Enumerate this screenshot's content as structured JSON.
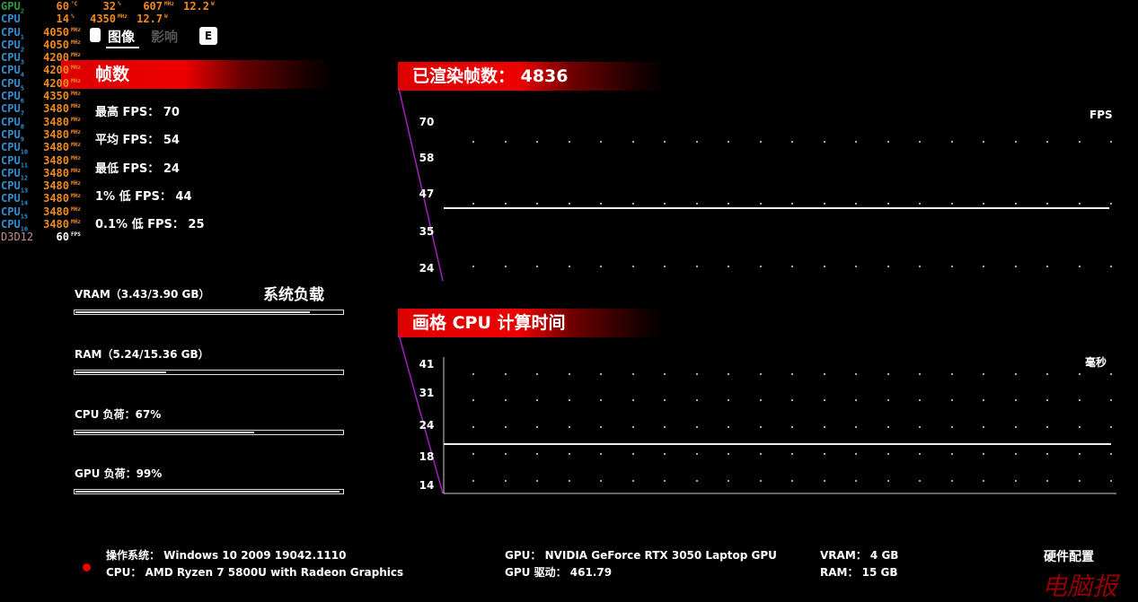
{
  "osd": {
    "gpu": {
      "label": "GPU",
      "sub": "2",
      "temp": "60",
      "temp_unit": "°C",
      "load": "32",
      "load_unit": "%",
      "clock": "607",
      "clock_unit": "MHz",
      "power": "12.2",
      "power_unit": "W"
    },
    "cpu": {
      "label": "CPU",
      "load": "14",
      "load_unit": "%",
      "clock": "4350",
      "clock_unit": "MHz",
      "power": "12.7",
      "power_unit": "W"
    },
    "cores": [
      {
        "sub": "1",
        "v": "4050"
      },
      {
        "sub": "2",
        "v": "4050"
      },
      {
        "sub": "3",
        "v": "4200"
      },
      {
        "sub": "4",
        "v": "4200"
      },
      {
        "sub": "5",
        "v": "4200"
      },
      {
        "sub": "6",
        "v": "4350"
      },
      {
        "sub": "7",
        "v": "3480"
      },
      {
        "sub": "8",
        "v": "3480"
      },
      {
        "sub": "9",
        "v": "3480"
      },
      {
        "sub": "10",
        "v": "3480"
      },
      {
        "sub": "11",
        "v": "3480"
      },
      {
        "sub": "12",
        "v": "3480"
      },
      {
        "sub": "13",
        "v": "3480"
      },
      {
        "sub": "14",
        "v": "3480"
      },
      {
        "sub": "15",
        "v": "3480"
      },
      {
        "sub": "16",
        "v": "3480"
      }
    ],
    "core_unit": "MHz",
    "d3d": {
      "label": "D3D12",
      "v": "60",
      "unit": "FPS"
    }
  },
  "tabs": {
    "active": "图像",
    "other": "影响",
    "key": "E"
  },
  "fps_panel": {
    "title": "帧数",
    "stats": [
      "最高 FPS： 70",
      "平均 FPS： 54",
      "最低 FPS： 24",
      "1% 低 FPS： 44",
      "0.1% 低 FPS： 25"
    ]
  },
  "load_panel": {
    "title": "系统负载",
    "items": [
      {
        "label": "VRAM（3.43/3.90 GB）",
        "fraction": 0.88
      },
      {
        "label": "RAM（5.24/15.36 GB）",
        "fraction": 0.34
      },
      {
        "label": "CPU 负荷：67%",
        "fraction": 0.67
      },
      {
        "label": "GPU 负荷：99%",
        "fraction": 0.99
      }
    ]
  },
  "chart_data": [
    {
      "type": "line",
      "title": "已渲染帧数： 4836",
      "unit": "FPS",
      "yticks": [
        "70",
        "58",
        "47",
        "35",
        "24"
      ],
      "ylim": [
        24,
        70
      ],
      "values": [
        43,
        43
      ]
    },
    {
      "type": "line",
      "title": "画格 CPU 计算时间",
      "unit": "毫秒",
      "yticks": [
        "41",
        "31",
        "24",
        "18",
        "14"
      ],
      "values": [
        20.7,
        20.7
      ]
    }
  ],
  "sysinfo": {
    "os": "操作系统： Windows 10 2009 19042.1110",
    "cpu": "CPU： AMD Ryzen 7 5800U with Radeon Graphics",
    "gpu": "GPU： NVIDIA GeForce RTX 3050 Laptop GPU",
    "driver": "GPU 驱动： 461.79",
    "vram": "VRAM： 4 GB",
    "ram": "RAM： 15 GB",
    "section": "硬件配置"
  },
  "watermark": "电脑报",
  "colors": {
    "accent": "#e00000",
    "osd_value": "#f08a1c",
    "osd_cpu": "#2f8fd0",
    "osd_gpu": "#2e9a3a",
    "osd_d3d": "#c98b8b"
  }
}
